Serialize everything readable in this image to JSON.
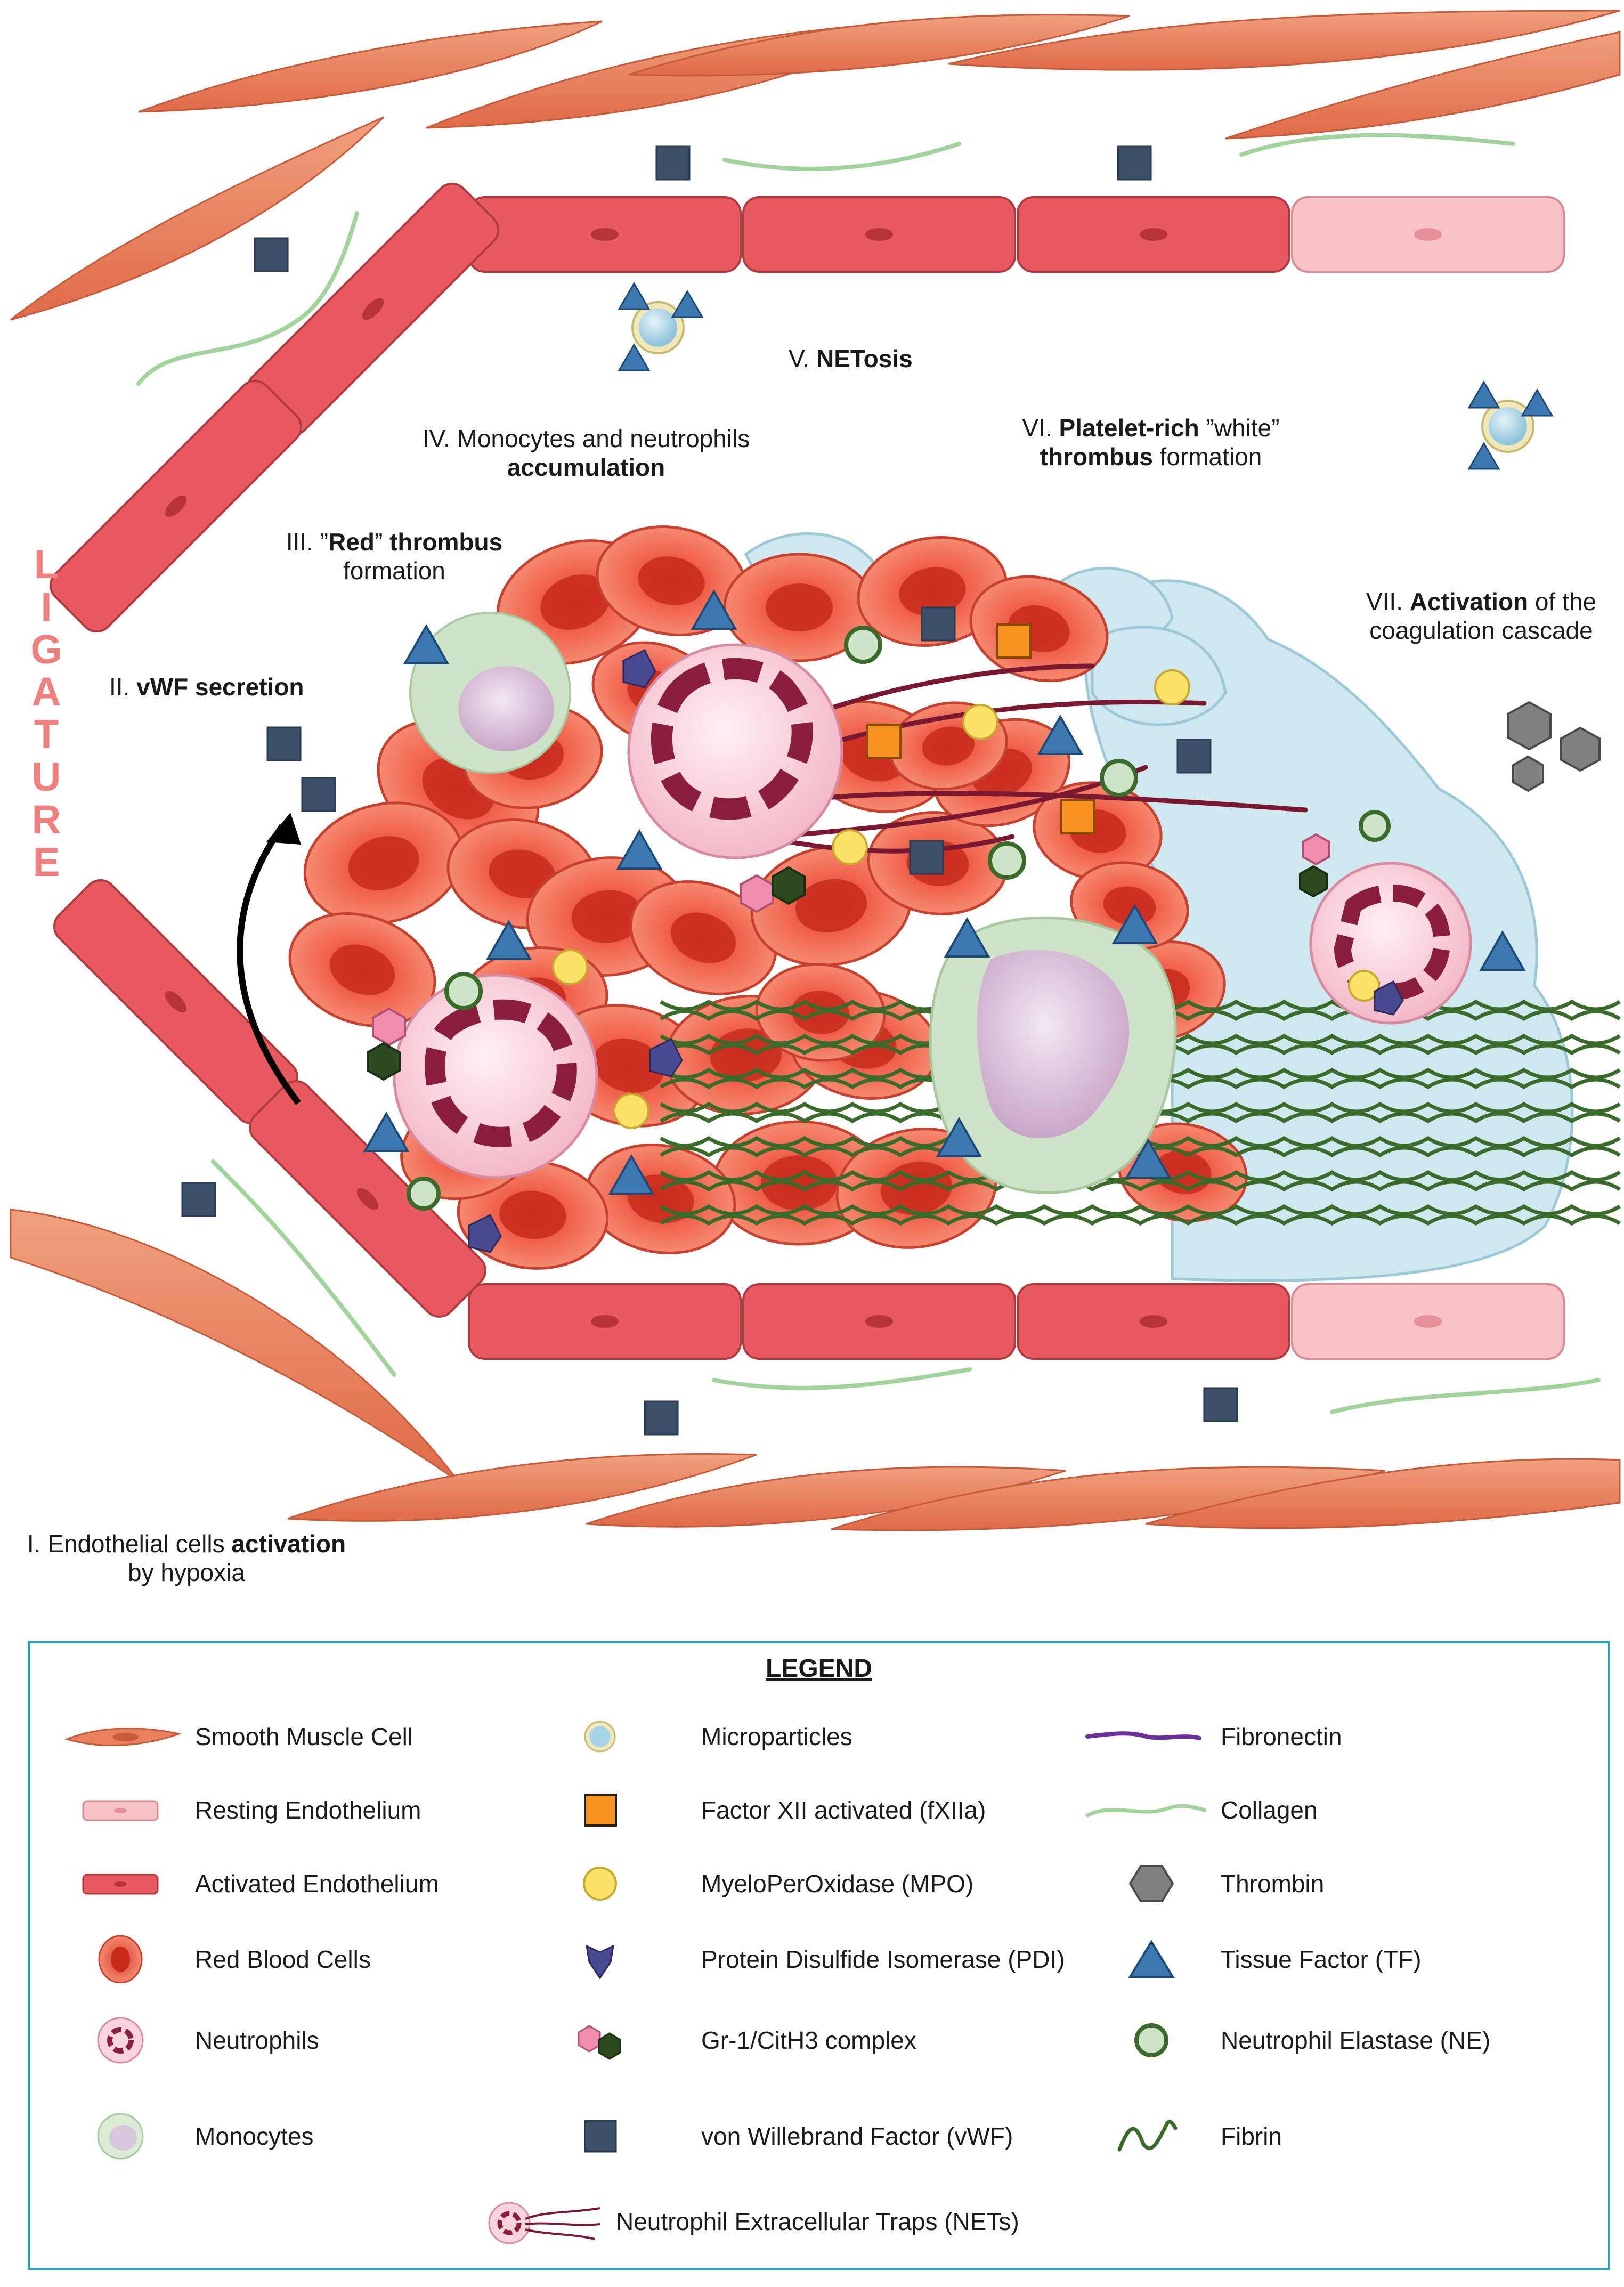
{
  "ligature": [
    "L",
    "I",
    "G",
    "A",
    "T",
    "U",
    "R",
    "E"
  ],
  "labels": {
    "step1": {
      "prefix": "I. Endothelial cells ",
      "bold": "activation",
      "line2": "by hypoxia"
    },
    "step2": {
      "prefix": "II. ",
      "bold": "vWF secretion"
    },
    "step3": {
      "prefix": "III. ”",
      "bold": "Red",
      "mid": "” ",
      "bold2": "thrombus",
      "line2": "formation"
    },
    "step4": {
      "line1": "IV. Monocytes and neutrophils",
      "bold": "accumulation"
    },
    "step5": {
      "prefix": "V. ",
      "bold": "NETosis"
    },
    "step6": {
      "prefix": "VI. ",
      "bold": "Platelet-rich",
      "mid": " ”white”",
      "bold2": "thrombus",
      "suffix": " formation"
    },
    "step7": {
      "prefix": "VII. ",
      "bold": "Activation",
      "suffix": " of the",
      "line2": "coagulation cascade"
    }
  },
  "legend": {
    "title": "LEGEND",
    "items": [
      {
        "label": "Smooth Muscle Cell",
        "icon": "smooth-muscle-cell-icon"
      },
      {
        "label": "Resting Endothelium",
        "icon": "resting-endothelium-icon"
      },
      {
        "label": "Activated Endothelium",
        "icon": "activated-endothelium-icon"
      },
      {
        "label": "Red Blood Cells",
        "icon": "red-blood-cell-icon"
      },
      {
        "label": "Neutrophils",
        "icon": "neutrophil-icon"
      },
      {
        "label": "Monocytes",
        "icon": "monocyte-icon"
      },
      {
        "label": "Microparticles",
        "icon": "microparticle-icon"
      },
      {
        "label": "Factor XII activated (fXIIa)",
        "icon": "fxiia-square-icon"
      },
      {
        "label": "MyeloPerOxidase (MPO)",
        "icon": "mpo-circle-icon"
      },
      {
        "label": "Protein Disulfide Isomerase (PDI)",
        "icon": "pdi-icon"
      },
      {
        "label": "Gr-1/CitH3 complex",
        "icon": "gr1-cith3-complex-icon"
      },
      {
        "label": "von Willebrand Factor (vWF)",
        "icon": "vwf-square-icon"
      },
      {
        "label": "Fibronectin",
        "icon": "fibronectin-icon"
      },
      {
        "label": "Collagen",
        "icon": "collagen-icon"
      },
      {
        "label": "Thrombin",
        "icon": "thrombin-hexagon-icon"
      },
      {
        "label": "Tissue Factor (TF)",
        "icon": "tissue-factor-triangle-icon"
      },
      {
        "label": "Neutrophil Elastase (NE)",
        "icon": "neutrophil-elastase-icon"
      },
      {
        "label": "Fibrin",
        "icon": "fibrin-icon"
      },
      {
        "label": "Neutrophil Extracellular Traps (NETs)",
        "icon": "nets-icon"
      }
    ]
  },
  "colors": {
    "smooth_muscle": "#e8805e",
    "activated_endothelium": "#e85a5f",
    "resting_endothelium": "#f7c2c6",
    "rbc": "#ef5a45",
    "vwf": "#3e4f6a",
    "fxiia": "#f7931e",
    "mpo": "#fde26a",
    "tf": "#3d79b0",
    "thrombin": "#808080",
    "collagen": "#a3d39c",
    "fibrin": "#3a6b2a",
    "ne_ring": "#3a6b2a",
    "fibronectin": "#6a2f9a",
    "net": "#7a1832",
    "platelet": "#cfe8f0",
    "pdi": "#4a4a90",
    "gr1": "#f08cb0",
    "cith3": "#2c4a20",
    "legend_border": "#2aa4c0",
    "ligature": "#f08080"
  }
}
